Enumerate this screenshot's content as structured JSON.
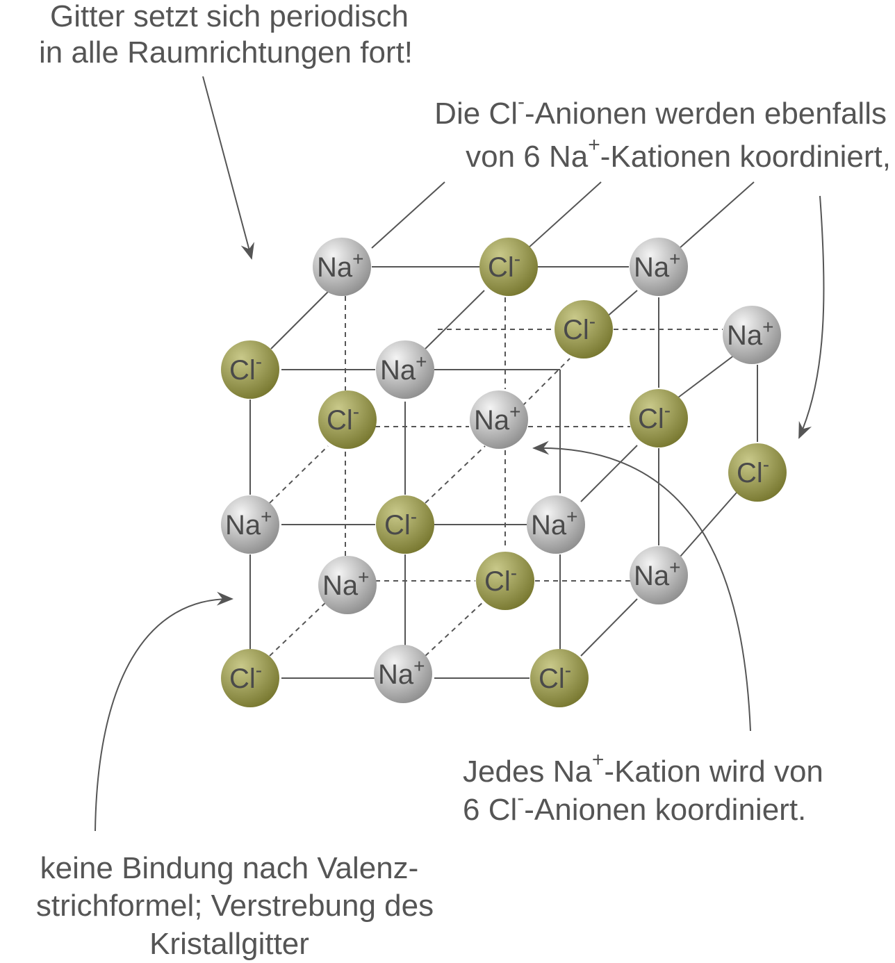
{
  "annotations": {
    "top_left": [
      "Gitter setzt sich periodisch",
      "in alle Raumrichtungen fort!"
    ],
    "top_right": {
      "line1": {
        "pre": "Die Cl",
        "sup": "-",
        "post": "-Anionen werden ebenfalls"
      },
      "line2": {
        "pre": "von 6 Na",
        "sup": "+",
        "post": "-Kationen koordiniert,"
      }
    },
    "bottom_right": {
      "line1": {
        "pre": "Jedes Na",
        "sup": "+",
        "post": "-Kation wird von"
      },
      "line2": {
        "pre": "6 Cl",
        "sup": "-",
        "post": "-Anionen koordiniert."
      }
    },
    "bottom_left": [
      "keine Bindung nach Valenz-",
      "strichformel; Verstrebung des",
      "Kristallgitter"
    ]
  },
  "ions": {
    "na": {
      "symbol": "Na",
      "charge": "+"
    },
    "cl": {
      "symbol": "Cl",
      "charge": "-"
    }
  },
  "colors": {
    "na_light": "#f4f4f4",
    "na_dark": "#8e8e8e",
    "cl_light": "#c9c98a",
    "cl_dark": "#77772f",
    "line": "#555555",
    "text": "#555555"
  }
}
